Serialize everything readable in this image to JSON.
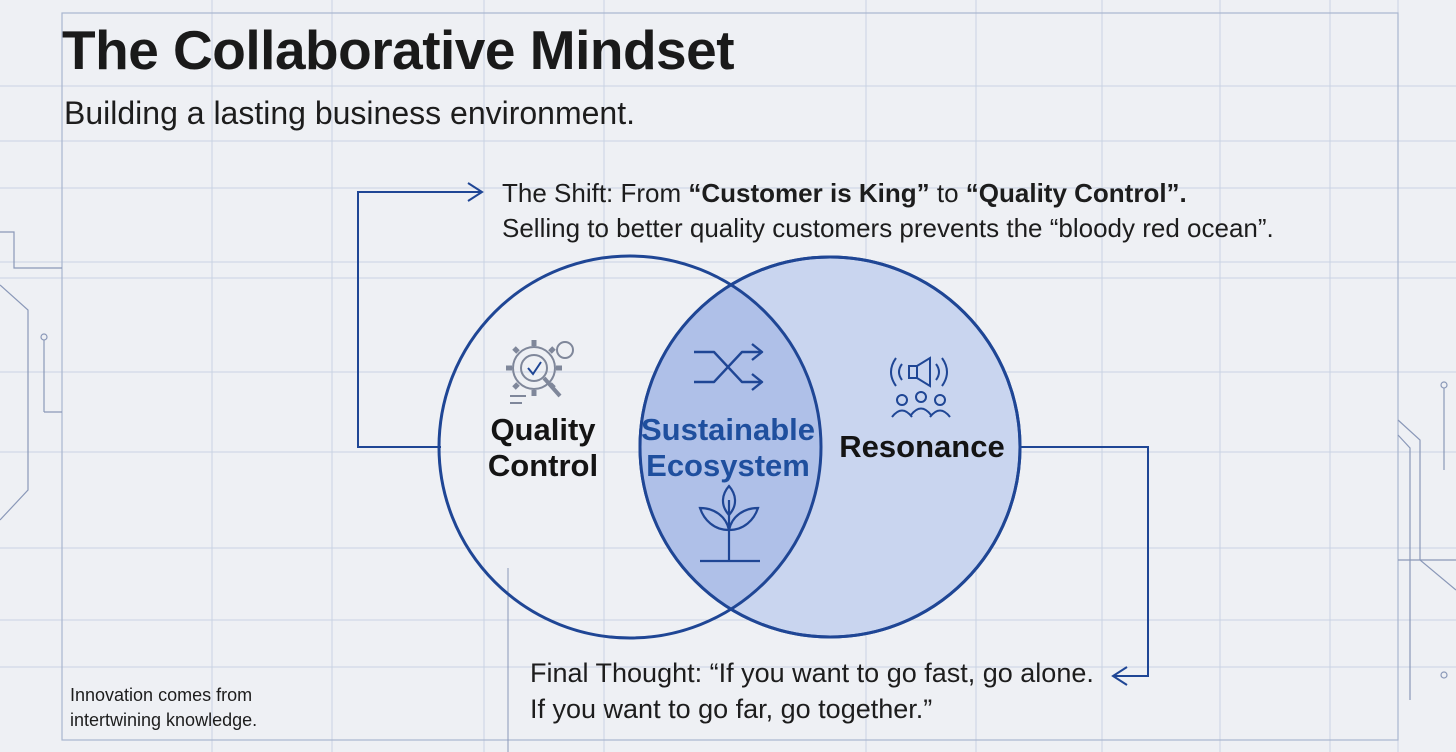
{
  "header": {
    "title": "The Collaborative Mindset",
    "subtitle": "Building a lasting business environment."
  },
  "shift": {
    "prefix": "The Shift: From ",
    "from": "“Customer is King”",
    "middle": " to ",
    "to": "“Quality Control”.",
    "line2": "Selling to better quality customers prevents the “bloody red ocean”."
  },
  "venn": {
    "left": {
      "line1": "Quality",
      "line2": "Control",
      "icon": "gear-magnifier-icon"
    },
    "center": {
      "line1": "Sustainable",
      "line2": "Ecosystem",
      "icons": [
        "shuffle-arrows-icon",
        "sprout-icon"
      ]
    },
    "right": {
      "label": "Resonance",
      "icon": "megaphone-people-icon"
    },
    "colors": {
      "stroke": "#1f4695",
      "fill": "#c8d4ef",
      "center_fill": "#aebfe8"
    }
  },
  "final": {
    "line1": "Final Thought: “If you want to go fast, go alone.",
    "line2": "If you want to go far, go together.”"
  },
  "footnote": {
    "line1": "Innovation comes from",
    "line2": "intertwining knowledge."
  }
}
